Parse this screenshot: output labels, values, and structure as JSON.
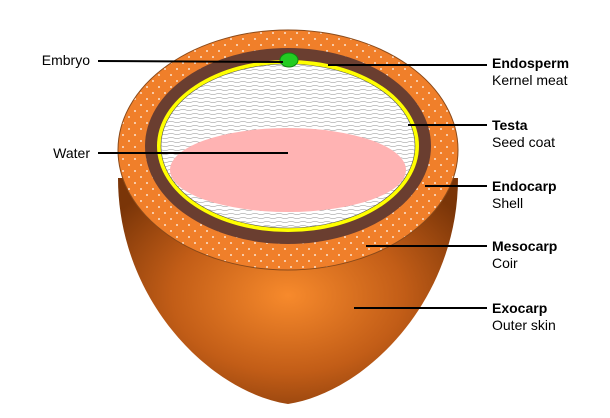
{
  "labels_left": [
    {
      "text": "Embryo"
    },
    {
      "text": "Water"
    }
  ],
  "labels_right": [
    {
      "title": "Endosperm",
      "subtitle": "Kernel meat"
    },
    {
      "title": "Testa",
      "subtitle": "Seed coat"
    },
    {
      "title": "Endocarp",
      "subtitle": "Shell"
    },
    {
      "title": "Mesocarp",
      "subtitle": "Coir"
    },
    {
      "title": "Exocarp",
      "subtitle": "Outer skin"
    }
  ],
  "colors": {
    "exocarp": "#d2691e",
    "mesocarp": "#f07f2a",
    "endocarp": "#6a3e30",
    "testa": "#ffff00",
    "endosperm": "#ffffff",
    "water": "#ffb3b3",
    "embryo": "#22cc22"
  }
}
